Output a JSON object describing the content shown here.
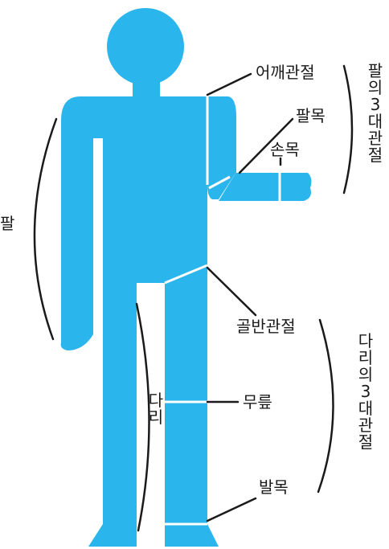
{
  "labels": {
    "shoulder": "어깨관절",
    "elbow": "팔목",
    "wrist": "손목",
    "arm_group": "팔의3대관절",
    "arm": "팔",
    "hip": "골반관절",
    "knee": "무릎",
    "ankle": "발목",
    "leg": "다리",
    "leg_group": "다리의3대관절"
  },
  "colors": {
    "body": "#2ab6ec",
    "line": "#1a1a1a",
    "joint": "#ffffff"
  }
}
